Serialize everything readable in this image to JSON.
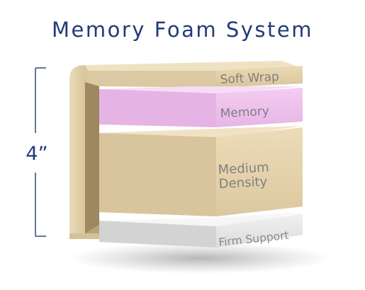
{
  "title": "Memory Foam System",
  "dimension": {
    "label": "4”"
  },
  "layers": [
    {
      "id": "soft-wrap",
      "label": "Soft Wrap",
      "color": "#e6d6b2"
    },
    {
      "id": "memory",
      "label": "Memory",
      "color": "#efc4ee"
    },
    {
      "id": "medium-density",
      "label": "Medium Density",
      "label_lines": [
        "Medium",
        "Density"
      ],
      "color": "#e6d6b2"
    },
    {
      "id": "firm-support",
      "label": "Firm Support",
      "color": "#ececec"
    }
  ],
  "colors": {
    "title": "#223a78",
    "bracket": "#2d4a7c",
    "label_text": "#7f7f7f"
  }
}
